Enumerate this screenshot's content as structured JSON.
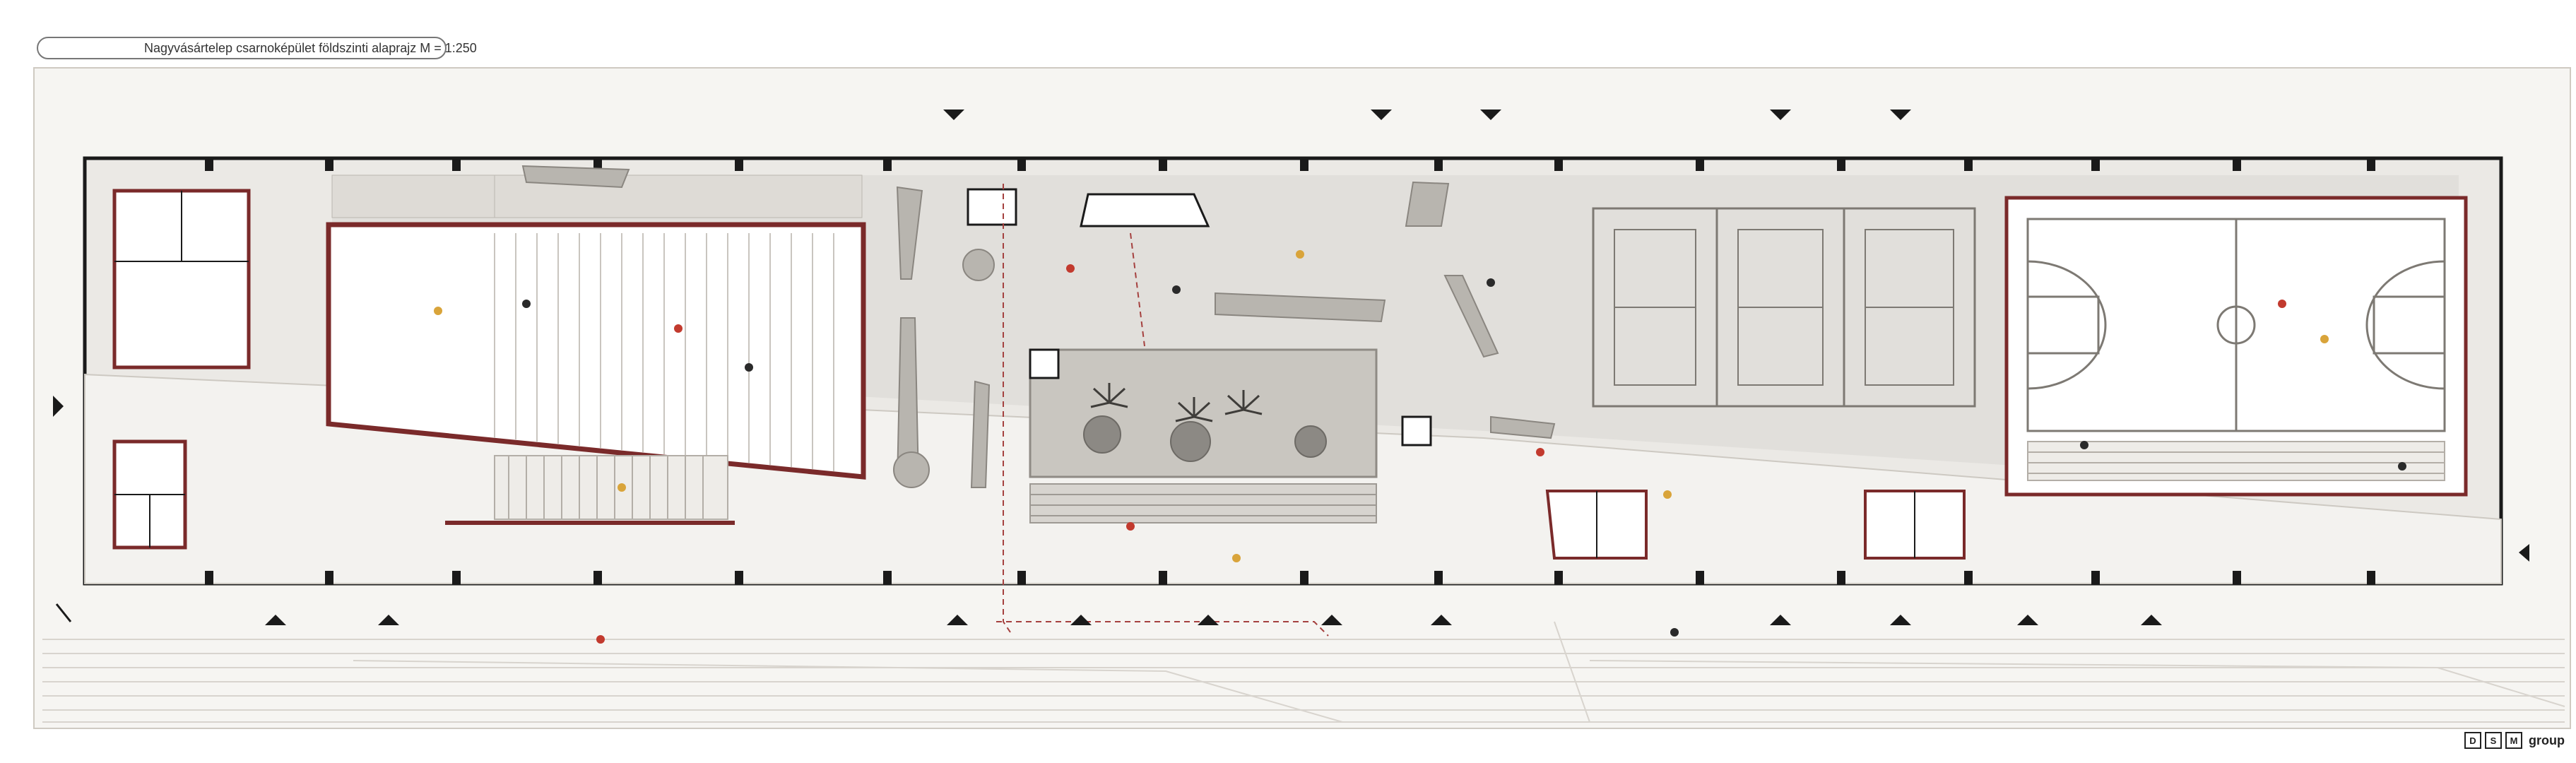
{
  "drawing": {
    "title": "Nagyvásártelep csarnoképület földszinti alaprajz M = 1:250",
    "colors": {
      "paper": "#f6f5f2",
      "wall": "#1a1a1a",
      "accent_wall": "#7a2a2a",
      "concrete": "#cfcdc8",
      "line": "#b9b6b0"
    }
  },
  "logo": {
    "letters": [
      "D",
      "S",
      "M"
    ],
    "word": "group"
  }
}
